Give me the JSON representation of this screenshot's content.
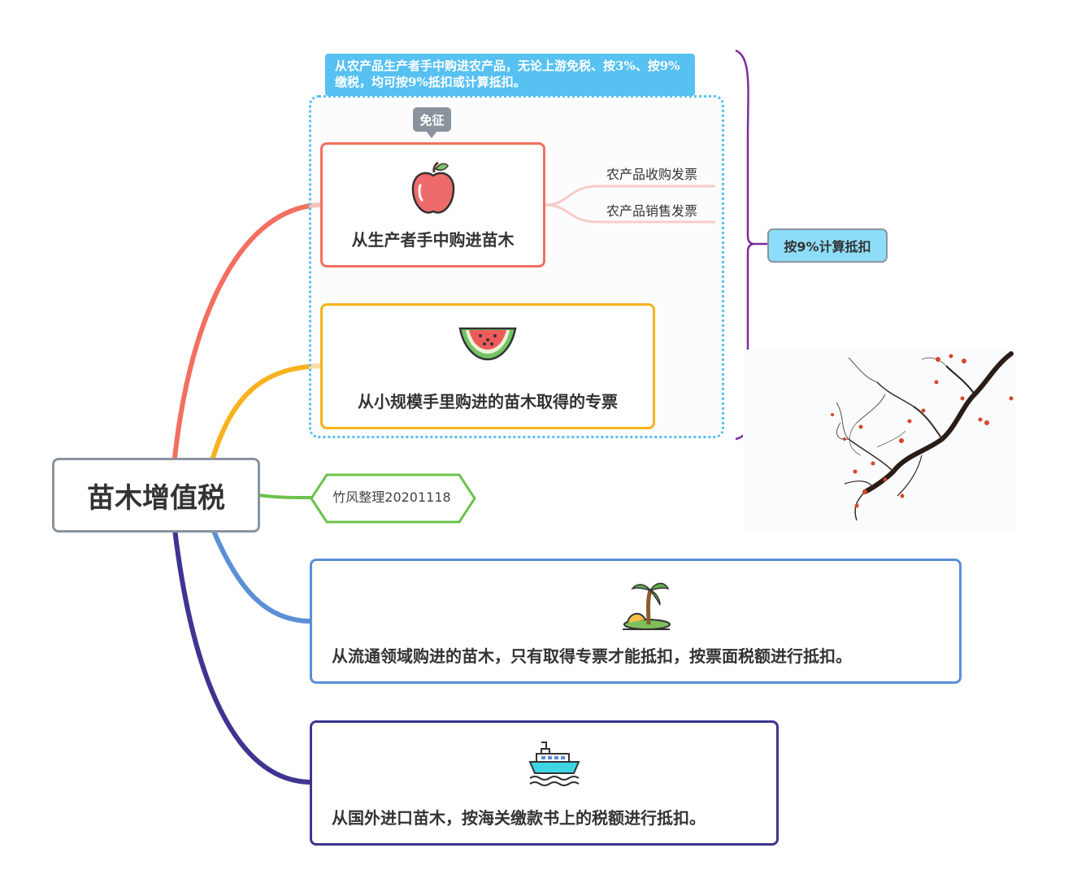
{
  "root": {
    "title": "苗木增值税"
  },
  "callout": {
    "text": "从农产品生产者手中购进农产品，无论上游免税、按3%、按9%缴税，均可按9%抵扣或计算抵扣。"
  },
  "tag": {
    "text": "免征"
  },
  "branches": {
    "apple": {
      "label": "从生产者手中购进苗木",
      "icon": "apple-icon"
    },
    "melon": {
      "label": "从小规模手里购进的苗木取得的专票",
      "icon": "watermelon-icon"
    },
    "note": {
      "label": "竹风整理20201118"
    },
    "island": {
      "label": "从流通领域购进的苗木，只有取得专票才能抵扣，按票面税额进行抵扣。",
      "icon": "island-icon"
    },
    "ship": {
      "label": "从国外进口苗木，按海关缴款书上的税额进行抵扣。",
      "icon": "ship-icon"
    }
  },
  "subtopics": [
    "农产品收购发票",
    "农产品销售发票"
  ],
  "summary": {
    "text": "按9%计算抵扣"
  },
  "colors": {
    "apple_branch": "#f36f5f",
    "melon_branch": "#f7b21c",
    "note_branch": "#6cc24a",
    "island_branch": "#5b8fd6",
    "ship_branch": "#3d3590",
    "boundary": "#57c1f2",
    "summary_bracket": "#7b2ea0"
  }
}
